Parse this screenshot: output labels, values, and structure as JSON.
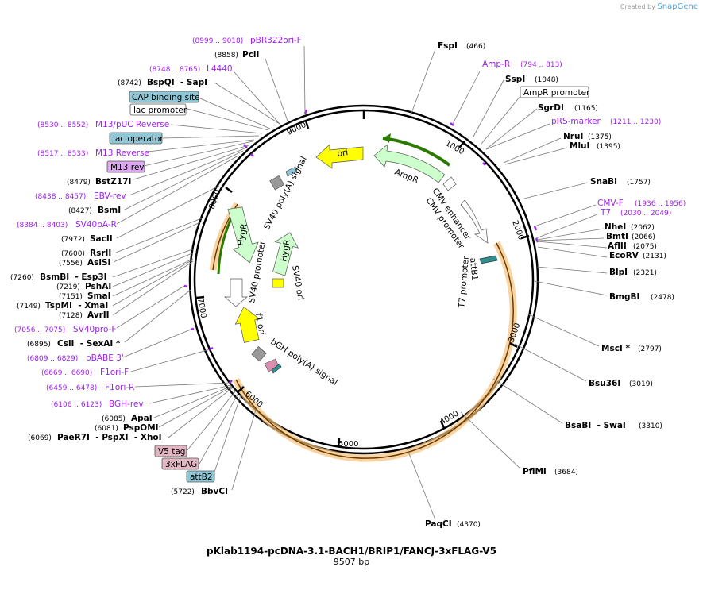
{
  "credit": {
    "prefix": "Created by",
    "brand": "SnapGene"
  },
  "plasmid": {
    "name": "pKlab1194-pcDNA-3.1-BACH1/BRIP1/FANCJ-3xFLAG-V5",
    "size_label": "9507 bp",
    "length": 9507
  },
  "ticks": [
    "1000",
    "2000",
    "3000",
    "4000",
    "5000",
    "6000",
    "7000",
    "8000",
    "9000"
  ],
  "right_labels": [
    {
      "name": "FspI",
      "pos": "(466)",
      "type": "enzyme"
    },
    {
      "name": "Amp-R",
      "pos": "(794 .. 813)",
      "type": "primer"
    },
    {
      "name": "SspI",
      "pos": "(1048)",
      "type": "enzyme"
    },
    {
      "name": "AmpR promoter",
      "pos": "",
      "type": "boxed"
    },
    {
      "name": "SgrDI",
      "pos": "(1165)",
      "type": "enzyme"
    },
    {
      "name": "pRS-marker",
      "pos": "(1211 .. 1230)",
      "type": "primer"
    },
    {
      "name": "NruI",
      "pos": "(1375)",
      "type": "enzyme"
    },
    {
      "name": "MluI",
      "pos": "(1395)",
      "type": "enzyme"
    },
    {
      "name": "SnaBI",
      "pos": "(1757)",
      "type": "enzyme"
    },
    {
      "name": "CMV-F",
      "pos": "(1936 .. 1956)",
      "type": "primer"
    },
    {
      "name": "T7",
      "pos": "(2030 .. 2049)",
      "type": "primer"
    },
    {
      "name": "NheI",
      "pos": "(2062)",
      "type": "enzyme"
    },
    {
      "name": "BmtI",
      "pos": "(2066)",
      "type": "enzyme"
    },
    {
      "name": "AflII",
      "pos": "(2075)",
      "type": "enzyme"
    },
    {
      "name": "EcoRV",
      "pos": "(2131)",
      "type": "enzyme"
    },
    {
      "name": "BlpI",
      "pos": "(2321)",
      "type": "enzyme"
    },
    {
      "name": "BmgBI",
      "pos": "(2478)",
      "type": "enzyme"
    },
    {
      "name": "MscI *",
      "pos": "(2797)",
      "type": "enzyme"
    },
    {
      "name": "Bsu36I",
      "pos": "(3019)",
      "type": "enzyme"
    },
    {
      "name": "BsaBI  - SwaI",
      "pos": "(3310)",
      "type": "enzyme"
    },
    {
      "name": "PflMI",
      "pos": "(3684)",
      "type": "enzyme"
    },
    {
      "name": "PaqCI",
      "pos": "(4370)",
      "type": "enzyme"
    }
  ],
  "left_labels": [
    {
      "name": "pBR322ori-F",
      "pos": "(8999 .. 9018)",
      "type": "primer"
    },
    {
      "name": "PciI",
      "pos": "(8858)",
      "type": "enzyme"
    },
    {
      "name": "L4440",
      "pos": "(8748 .. 8765)",
      "type": "primer"
    },
    {
      "name": "BspQI  - SapI",
      "pos": "(8742)",
      "type": "enzyme"
    },
    {
      "name": "CAP binding site",
      "pos": "",
      "type": "box-blue"
    },
    {
      "name": "lac promoter",
      "pos": "",
      "type": "box-white"
    },
    {
      "name": "M13/pUC Reverse",
      "pos": "(8530 .. 8552)",
      "type": "primer"
    },
    {
      "name": "lac operator",
      "pos": "",
      "type": "box-blue"
    },
    {
      "name": "M13 Reverse",
      "pos": "(8517 .. 8533)",
      "type": "primer"
    },
    {
      "name": "M13 rev",
      "pos": "",
      "type": "box-purple"
    },
    {
      "name": "BstZ17I",
      "pos": "(8479)",
      "type": "enzyme"
    },
    {
      "name": "EBV-rev",
      "pos": "(8438 .. 8457)",
      "type": "primer"
    },
    {
      "name": "BsmI",
      "pos": "(8427)",
      "type": "enzyme"
    },
    {
      "name": "SV40pA-R",
      "pos": "(8384 .. 8403)",
      "type": "primer"
    },
    {
      "name": "SacII",
      "pos": "(7972)",
      "type": "enzyme"
    },
    {
      "name": "RsrII",
      "pos": "(7600)",
      "type": "enzyme"
    },
    {
      "name": "AsiSI",
      "pos": "(7556)",
      "type": "enzyme"
    },
    {
      "name": "BsmBI  - Esp3I",
      "pos": "(7260)",
      "type": "enzyme"
    },
    {
      "name": "PshAI",
      "pos": "(7219)",
      "type": "enzyme"
    },
    {
      "name": "SmaI",
      "pos": "(7151)",
      "type": "enzyme"
    },
    {
      "name": "TspMI  - XmaI",
      "pos": "(7149)",
      "type": "enzyme"
    },
    {
      "name": "AvrII",
      "pos": "(7128)",
      "type": "enzyme"
    },
    {
      "name": "SV40pro-F",
      "pos": "(7056 .. 7075)",
      "type": "primer"
    },
    {
      "name": "CsiI  - SexAI *",
      "pos": "(6895)",
      "type": "enzyme"
    },
    {
      "name": "pBABE 3'",
      "pos": "(6809 .. 6829)",
      "type": "primer"
    },
    {
      "name": "F1ori-F",
      "pos": "(6669 .. 6690)",
      "type": "primer"
    },
    {
      "name": "F1ori-R",
      "pos": "(6459 .. 6478)",
      "type": "primer"
    },
    {
      "name": "BGH-rev",
      "pos": "(6106 .. 6123)",
      "type": "primer"
    },
    {
      "name": "ApaI",
      "pos": "(6085)",
      "type": "enzyme"
    },
    {
      "name": "PspOMI",
      "pos": "(6081)",
      "type": "enzyme"
    },
    {
      "name": "PaeR7I  - PspXI  - XhoI",
      "pos": "(6069)",
      "type": "enzyme"
    },
    {
      "name": "V5 tag",
      "pos": "",
      "type": "box-pink"
    },
    {
      "name": "3xFLAG",
      "pos": "",
      "type": "box-pink"
    },
    {
      "name": "attB2",
      "pos": "",
      "type": "box-blue"
    },
    {
      "name": "BbvCI",
      "pos": "(5722)",
      "type": "enzyme"
    }
  ],
  "inner_labels": [
    "ori",
    "AmpR",
    "CMV enhancer",
    "CMV promoter",
    "attB1",
    "T7 promoter",
    "HygR",
    "HygR",
    "SV40 poly(A) signal",
    "SV40 promoter",
    "SV40 ori",
    "f1 ori",
    "bGH poly(A) signal"
  ],
  "colors": {
    "primer": "#a020f0",
    "ori": "#ffff00",
    "marker": "#ccffcc",
    "cds": "#f5c27a",
    "box_blue": "#8fc7d6",
    "box_pink": "#e3b6c4",
    "box_purple": "#dca8ef"
  }
}
